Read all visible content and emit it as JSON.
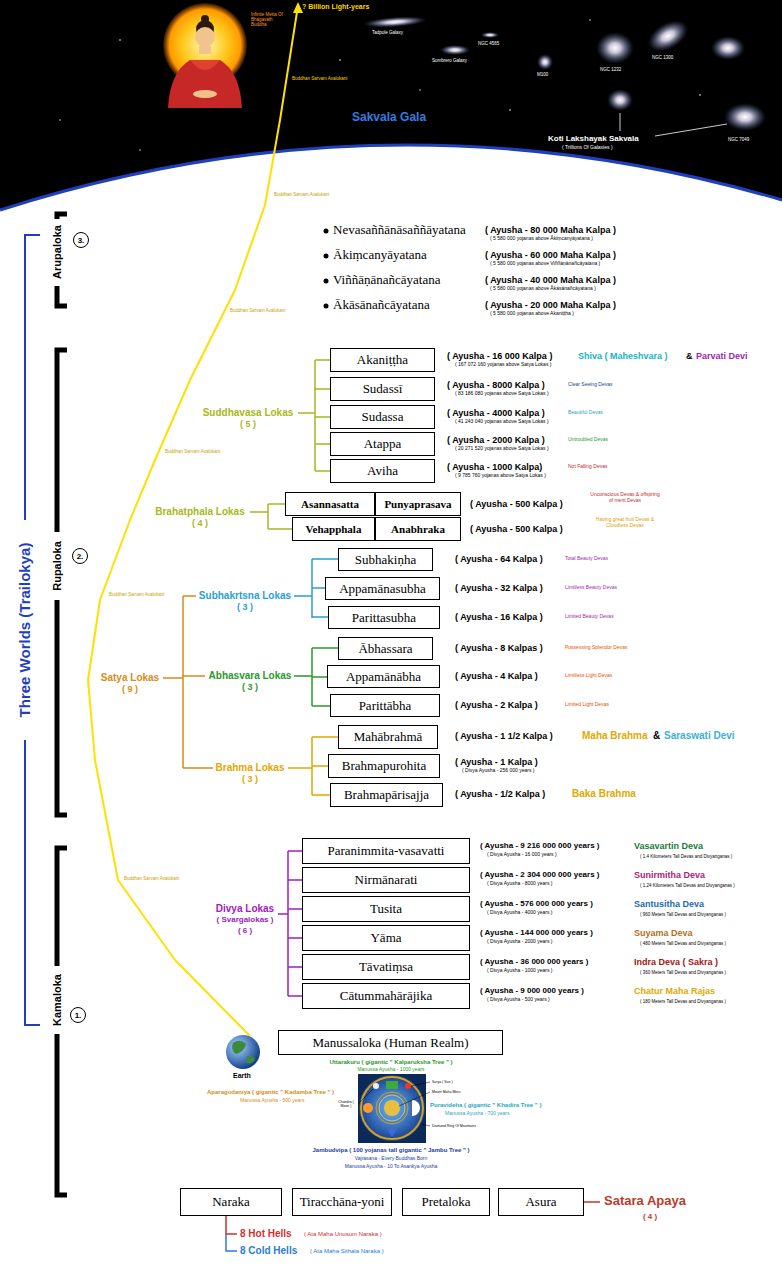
{
  "diagram": {
    "nodes": [
      {
        "text": [
          "3."
        ]
      },
      {
        "text": [
          "Akaniṭṭha"
        ]
      },
      {
        "text": [
          "Sudassī"
        ]
      },
      {
        "text": [
          "Sudassa"
        ]
      },
      {
        "text": [
          "Atappa"
        ]
      },
      {
        "text": [
          "Aviha"
        ]
      },
      {
        "text": [
          "Asannasatta"
        ]
      },
      {
        "text": [
          "Punyaprasava"
        ]
      },
      {
        "text": [
          "Vehapphala"
        ]
      },
      {
        "text": [
          "Anabhraka"
        ]
      },
      {
        "text": [
          "2."
        ]
      },
      {
        "text": [
          "Subhakiṇha"
        ]
      },
      {
        "text": [
          "Appamānasubha"
        ]
      },
      {
        "text": [
          "Parittasubha"
        ]
      },
      {
        "text": [
          "Ābhassara"
        ]
      },
      {
        "text": [
          "Appamānābha"
        ]
      },
      {
        "text": [
          "Parittābha"
        ]
      },
      {
        "text": [
          "Mahābrahmā"
        ]
      },
      {
        "text": [
          "Brahmapurohita"
        ]
      },
      {
        "text": [
          "Brahmapārisajja"
        ]
      },
      {
        "text": [
          "Paranimmita-vasavatti"
        ]
      },
      {
        "text": [
          "Nirmānarati"
        ]
      },
      {
        "text": [
          "Tusita"
        ]
      },
      {
        "text": [
          "Yāma"
        ]
      },
      {
        "text": [
          "Tāvatiṃsa"
        ]
      },
      {
        "text": [
          "Cātummahārājika"
        ]
      },
      {
        "text": [
          "1."
        ]
      },
      {
        "text": [
          "Manussaloka (Human Realm)"
        ]
      },
      {
        "text": [
          "Naraka"
        ]
      },
      {
        "text": [
          "Tiracchāna-yoni"
        ]
      },
      {
        "text": [
          "Pretaloka"
        ]
      },
      {
        "text": [
          "Asura"
        ]
      }
    ],
    "labels": [
      "? Billion Light-years",
      "Infinite Metta Of Bhagavath Buddha",
      "Buddhan Sarvam Avalokani",
      "Tadpole Galaxy",
      "Sombrero Galaxy",
      "NGC 4565",
      "M100",
      "NGC 1232",
      "NGC 1300",
      "NGC 7049",
      "Koti Lakshayak Sakvala",
      "( Trillions Of Galaxies )",
      "Sakvala Gala",
      "Buddhan Sarvam Avalokani",
      "Buddhan Sarvam Avalokani",
      "Buddhan Sarvam Avalokani",
      "Buddhan Sarvam Avalokani",
      "Buddhan Sarvam Avalokani",
      "Three Worlds (Trailokya)",
      "Arupaloka",
      "Rupaloka",
      "Kamaloka",
      "Nevasaññānāsaññāyatana",
      "( Ayusha - 80 000 Maha Kalpa )",
      "( 5 580 000 yojanas above Ākiṃcanyāyatana )",
      "Ākiṃcanyāyatana",
      "( Ayusha - 60 000 Maha Kalpa )",
      "( 5 580 000 yojanas above Viññāṇānañcāyatana )",
      "Viññāṇānañcāyatana",
      "( Ayusha - 40 000 Maha Kalpa )",
      "( 5 580 000 yojanas above Ākāsānañcāyatana )",
      "Ākāsānañcāyatana",
      "( Ayusha - 20 000 Maha Kalpa )",
      "( 5 580 000 yojanas above Akaniṭṭha )",
      "Suddhavasa Lokas",
      "( 5 )",
      "( Ayusha - 16 000 Kalpa )",
      "Shiva ( Maheshvara )",
      "&",
      "Parvati Devi",
      "( 167 072 160 yojanas above Satya Lokas )",
      "( Ayusha - 8000 Kalpa )",
      "Clear Seeing Devas",
      "( 83 186 080 yojanas above Satya Lokas )",
      "( Ayusha - 4000 Kalpa )",
      "Beautiful Devas",
      "( 41 243 040 yojanas above Satya Lokas )",
      "( Ayusha - 2000 Kalpa )",
      "Untroubled Devas",
      "( 20 271 520 yojanas above Satya Lokas )",
      "( Ayusha - 1000 Kalpa)",
      "Not Falling Devas",
      "( 9 785 760 yojanas above Satya Lokas )",
      "Brahatphala Lokas",
      "( 4 )",
      "( Ayusha - 500 Kalpa )",
      "Unconscious Devas & offspring of merit Devas",
      "( Ayusha - 500 Kalpa )",
      "Having great fruit Devas & Cloudless Devas",
      "Satya Lokas",
      "( 9 )",
      "Subhakrtsna Lokas",
      "( 3 )",
      "Abhasvara Lokas",
      "( 3 )",
      "Brahma Lokas",
      "( 3 )",
      "( Ayusha - 64 Kalpa )",
      "Total Beauty Devas",
      "( Ayusha - 32 Kalpa )",
      "Limitless Beauty Devas",
      "( Ayusha - 16 Kalpa )",
      "Limited Beauty Devas",
      "( Ayusha - 8 Kalpas )",
      "Possessing Splendor Devas",
      "( Ayusha - 4 Kalpa )",
      "Limitless Light Devas",
      "( Ayusha - 2 Kalpa )",
      "Limited Light Devas",
      "( Ayusha - 1 1/2 Kalpa )",
      "Maha Brahma",
      "&",
      "Saraswati Devi",
      "( Ayusha - 1 Kalpa )",
      "( Divya Ayusha - 256 000 years )",
      "( Ayusha - 1/2 Kalpa )",
      "Baka Brahma",
      "Divya Lokas",
      "( Svargalokas )",
      "( 6 )",
      "( Ayusha - 9 216 000 000 years )",
      "( Divya Ayusha - 16 000 years )",
      "Vasavartin Deva",
      "( 1.4 Kilometers Tall Devas and Divyanganas )",
      "( Ayusha - 2 304 000 000 years )",
      "( Divya Ayusha - 8000 years )",
      "Sunirmitha Deva",
      "( 1.24 Kilometers Tall Devas and Divyanganas )",
      "( Ayusha - 576 000 000 years )",
      "( Divya Ayusha - 4000 years )",
      "Santusitha Deva",
      "( 960 Meters Tall Devas and Divyanganas )",
      "( Ayusha - 144 000 000 years )",
      "( Divya Ayusha - 2000 years )",
      "Suyama Deva",
      "( 480 Meters Tall Devas and Divyanganas )",
      "( Ayusha - 36 000 000 years )",
      "( Divya Ayusha - 1000 years )",
      "Indra Deva ( Sakra )",
      "( 360 Meters Tall Devas and Divyanganas )",
      "( Ayusha - 9 000 000 years )",
      "( Divya Ayusha - 500 years )",
      "Chatur Maha Rajas",
      "( 180 Meters Tall Devas and Divyanganas )",
      "Earth",
      "Uttarakuru ( gigantic \" Kalparuksha Tree \" )",
      "Manussa Ayusha - 1000 years",
      "Aparagodaniya ( gigantic \" Kadamba Tree \" )",
      "Manussa Ayusha - 500 years",
      "Puravideha ( gigantic \" Khadira Tree \" )",
      "Manussa Ayusha - 700 years",
      "Jambudvipa ( 100 yojanas tall gigantic \" Jambu Tree \" )",
      "Vajrasana - Every Buddhas Born",
      "Manussa Ayusha - 10 To Asankya Ayusha",
      "Chandra ( Moon )",
      "Surya ( Sun )",
      "Mount Maha Meru",
      "Diamond Ring Of Mountains",
      "Satara Apaya",
      "( 4 )",
      "8 Hot Hells",
      "( Ata Maha Unusum Naraka )",
      "8 Cold Hells",
      "( Ata Maha Sithala Naraka )"
    ]
  }
}
